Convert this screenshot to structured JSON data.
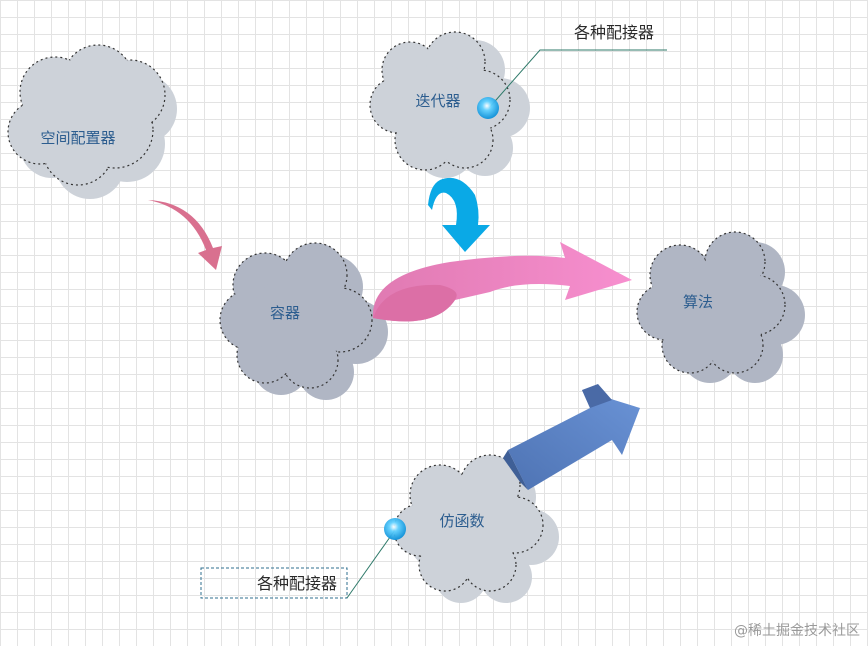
{
  "nodes": {
    "allocator": "空间配置器",
    "iterator": "迭代器",
    "container": "容器",
    "algorithm": "算法",
    "functor": "仿函数"
  },
  "callouts": {
    "top": "各种配接器",
    "bottom": "各种配接器"
  },
  "watermark": "@稀土掘金技术社区",
  "colors": {
    "cloud_light": "#cdd2d9",
    "cloud_dark": "#b0b6c4",
    "arrow_pink_dark": "#d9708f",
    "arrow_pink": "#f48ac6",
    "arrow_cyan": "#0aa9e6",
    "arrow_blue": "#5f86c6",
    "label": "#2c5d8f",
    "callout_line": "#2f7a6a"
  }
}
